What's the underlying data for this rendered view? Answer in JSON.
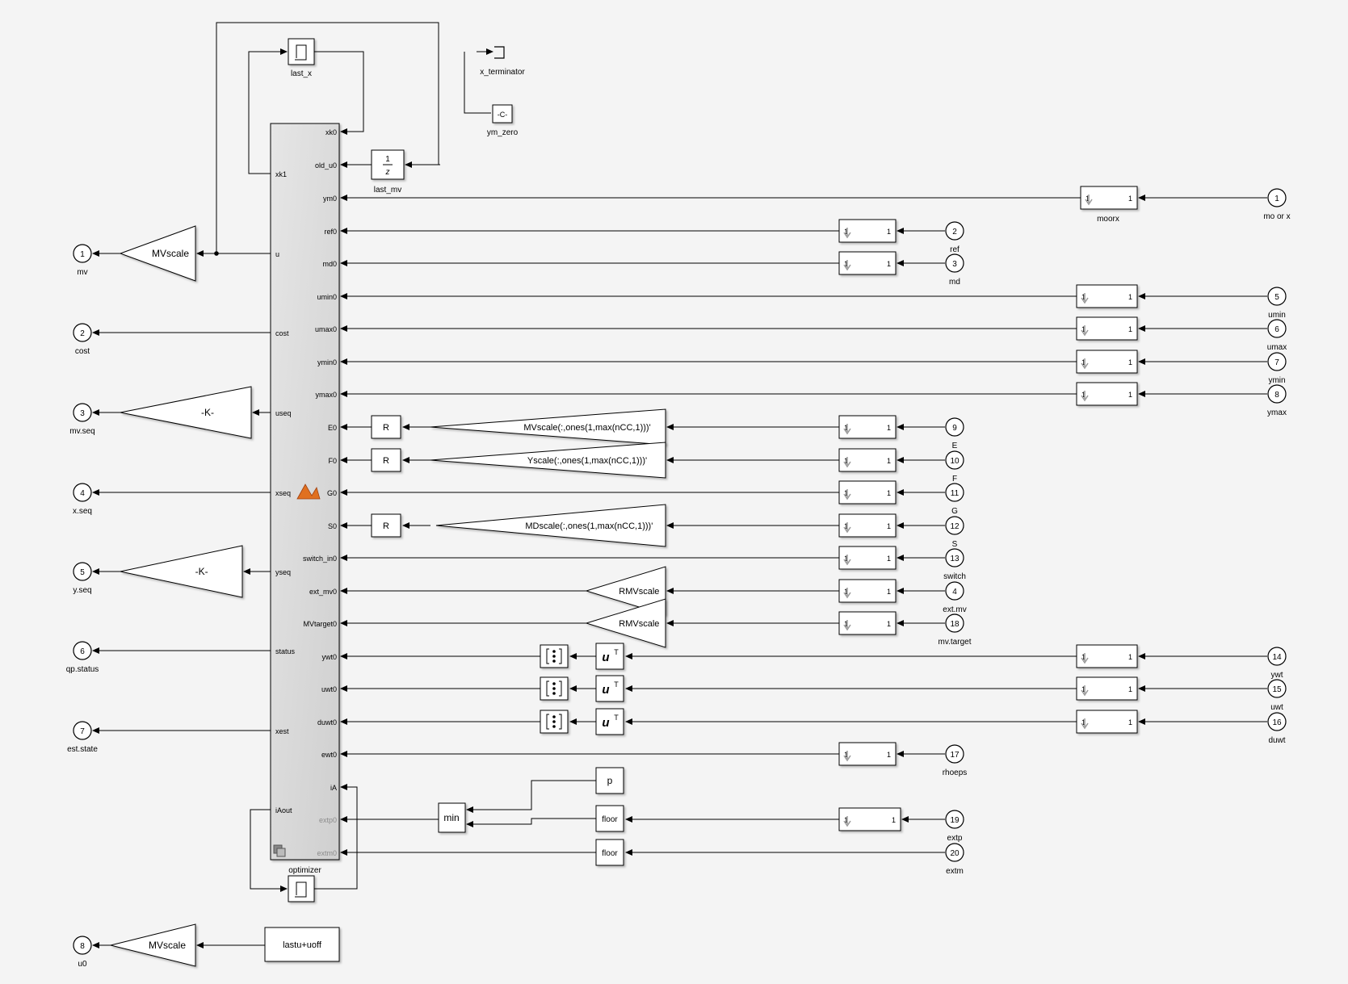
{
  "optimizer": {
    "name": "optimizer",
    "inputs": [
      "xk0",
      "old_u0",
      "ym0",
      "ref0",
      "md0",
      "umin0",
      "umax0",
      "ymin0",
      "ymax0",
      "E0",
      "F0",
      "G0",
      "S0",
      "switch_in0",
      "ext_mv0",
      "MVtarget0",
      "ywt0",
      "uwt0",
      "duwt0",
      "ewt0",
      "iA",
      "extp0",
      "extm0"
    ],
    "outputs": [
      "xk1",
      "u",
      "cost",
      "useq",
      "xseq",
      "yseq",
      "status",
      "xest",
      "iAout"
    ]
  },
  "blocks": {
    "last_x": "last_x",
    "last_mv": "last_mv",
    "unit_delay_num": "1",
    "unit_delay_den": "z",
    "x_terminator": "x_terminator",
    "ym_zero": "ym_zero",
    "ym_zero_value": "-C-",
    "moorx": "moorx",
    "gain_mvscale": "MVscale",
    "gain_k": "-K-",
    "gain_mvscale_e": "MVscale(:,ones(1,max(nCC,1)))'",
    "gain_yscale_f": "Yscale(:,ones(1,max(nCC,1)))'",
    "gain_mdscale_s": "MDscale(:,ones(1,max(nCC,1)))'",
    "gain_rmvscale": "RMVscale",
    "reshape": "R",
    "transpose": "u",
    "transpose_sup": "T",
    "min": "min",
    "floor": "floor",
    "p": "p",
    "lastu_uoff": "lastu+uoff",
    "signal_spec_in": "1",
    "signal_spec_out": "1"
  },
  "inports": [
    {
      "num": "1",
      "label": "mo or x"
    },
    {
      "num": "2",
      "label": "ref"
    },
    {
      "num": "3",
      "label": "md"
    },
    {
      "num": "5",
      "label": "umin"
    },
    {
      "num": "6",
      "label": "umax"
    },
    {
      "num": "7",
      "label": "ymin"
    },
    {
      "num": "8",
      "label": "ymax"
    },
    {
      "num": "9",
      "label": "E"
    },
    {
      "num": "10",
      "label": "F"
    },
    {
      "num": "11",
      "label": "G"
    },
    {
      "num": "12",
      "label": "S"
    },
    {
      "num": "13",
      "label": "switch"
    },
    {
      "num": "4",
      "label": "ext.mv"
    },
    {
      "num": "18",
      "label": "mv.target"
    },
    {
      "num": "14",
      "label": "ywt"
    },
    {
      "num": "15",
      "label": "uwt"
    },
    {
      "num": "16",
      "label": "duwt"
    },
    {
      "num": "17",
      "label": "rhoeps"
    },
    {
      "num": "19",
      "label": "extp"
    },
    {
      "num": "20",
      "label": "extm"
    }
  ],
  "outports": [
    {
      "num": "1",
      "label": "mv"
    },
    {
      "num": "2",
      "label": "cost"
    },
    {
      "num": "3",
      "label": "mv.seq"
    },
    {
      "num": "4",
      "label": "x.seq"
    },
    {
      "num": "5",
      "label": "y.seq"
    },
    {
      "num": "6",
      "label": "qp.status"
    },
    {
      "num": "7",
      "label": "est.state"
    },
    {
      "num": "8",
      "label": "u0"
    }
  ],
  "colors": {
    "background": "#f4f4f4",
    "line": "#000000",
    "block_fill": "#ffffff",
    "optimizer_fill": "#d9d9d9",
    "disabled_text": "#8c8c8c",
    "matlab_icon": "#e07020"
  }
}
